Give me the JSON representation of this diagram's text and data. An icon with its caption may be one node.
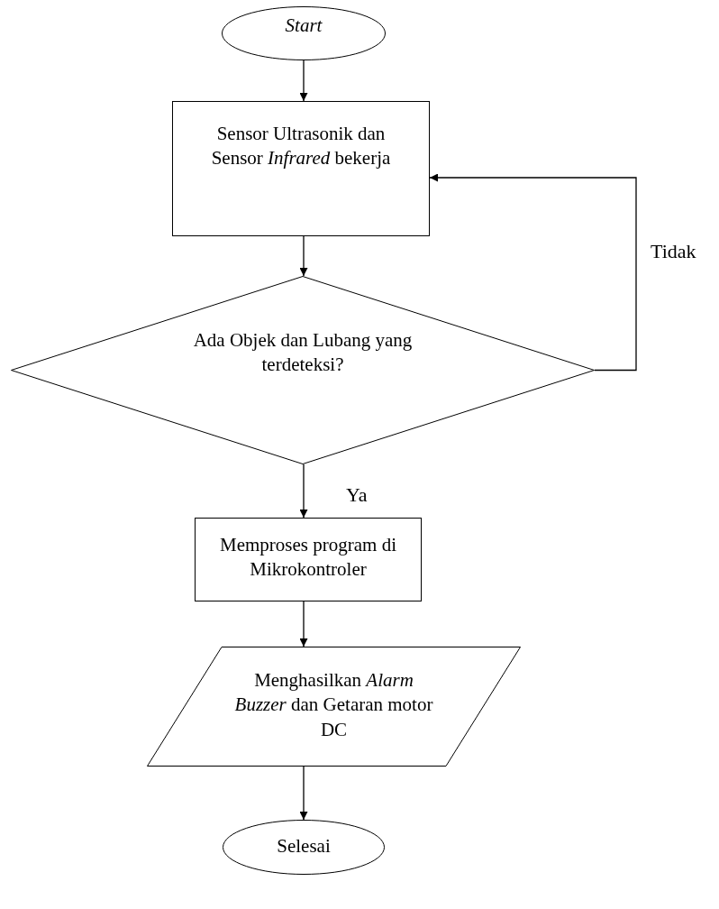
{
  "diagram": {
    "nodes": [
      {
        "text": [
          "Start"
        ]
      },
      {
        "text": [
          "Sensor Ultrasonik dan Sensor *Infrared* bekerja"
        ]
      },
      {
        "text": [
          "Ada Objek dan Lubang yang terdeteksi?"
        ]
      },
      {
        "text": [
          "Memproses program di Mikrokontroler"
        ]
      },
      {
        "text": [
          "Menghasilkan *Alarm Buzzer* dan Getaran motor DC"
        ]
      },
      {
        "text": [
          "Selesai"
        ]
      }
    ],
    "edges": [
      {
        "from": 0,
        "to": 1,
        "arrow": "to"
      },
      {
        "from": 1,
        "to": 2,
        "arrow": "to"
      },
      {
        "from": 2,
        "to": 3,
        "arrow": "to",
        "label": "Ya"
      },
      {
        "from": 2,
        "to": 1,
        "arrow": "to",
        "label": "Tidak"
      },
      {
        "from": 3,
        "to": 4,
        "arrow": "to"
      },
      {
        "from": 4,
        "to": 5,
        "arrow": "to"
      }
    ]
  }
}
